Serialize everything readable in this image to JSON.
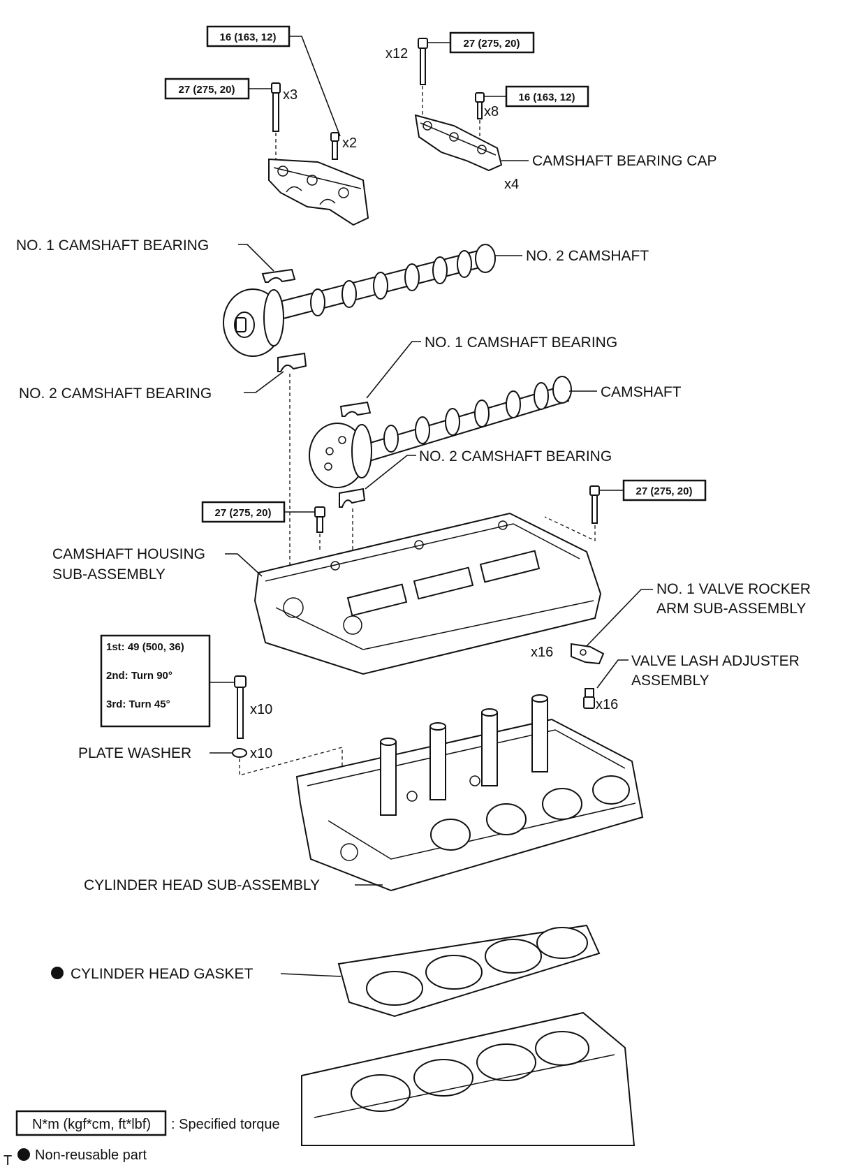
{
  "torque_labels": {
    "top_left_small": "16 (163, 12)",
    "top_left_large": "27 (275, 20)",
    "top_right_large": "27 (275, 20)",
    "top_right_small": "16 (163, 12)",
    "housing_left": "27 (275, 20)",
    "housing_right": "27 (275, 20)"
  },
  "head_bolt_torque": {
    "step1": "1st: 49 (500, 36)",
    "step2": "2nd: Turn 90°",
    "step3": "3rd: Turn 45°"
  },
  "quantities": {
    "q_x3": "x3",
    "q_x2": "x2",
    "q_x12": "x12",
    "q_x8": "x8",
    "q_x4": "x4",
    "q_x16_rocker": "x16",
    "q_x16_lash": "x16",
    "q_x10_bolt": "x10",
    "q_x10_washer": "x10"
  },
  "part_labels": {
    "camshaft_bearing_cap": "CAMSHAFT BEARING CAP",
    "no1_bearing_upper": "NO. 1 CAMSHAFT BEARING",
    "no2_camshaft": "NO. 2 CAMSHAFT",
    "no2_bearing_upper": "NO. 2 CAMSHAFT BEARING",
    "no1_bearing_lower": "NO. 1 CAMSHAFT BEARING",
    "camshaft": "CAMSHAFT",
    "no2_bearing_lower": "NO. 2 CAMSHAFT BEARING",
    "housing_line1": "CAMSHAFT HOUSING",
    "housing_line2": "SUB-ASSEMBLY",
    "rocker_line1": "NO. 1 VALVE ROCKER",
    "rocker_line2": "ARM SUB-ASSEMBLY",
    "lash_line1": "VALVE LASH ADJUSTER",
    "lash_line2": "ASSEMBLY",
    "plate_washer": "PLATE WASHER",
    "cylinder_head": "CYLINDER HEAD SUB-ASSEMBLY",
    "gasket": "CYLINDER HEAD GASKET"
  },
  "legend": {
    "torque_unit": "N*m (kgf*cm, ft*lbf)",
    "torque_text": ": Specified torque",
    "nonreusable_text": "Non-reusable part"
  },
  "corner_mark": "T"
}
